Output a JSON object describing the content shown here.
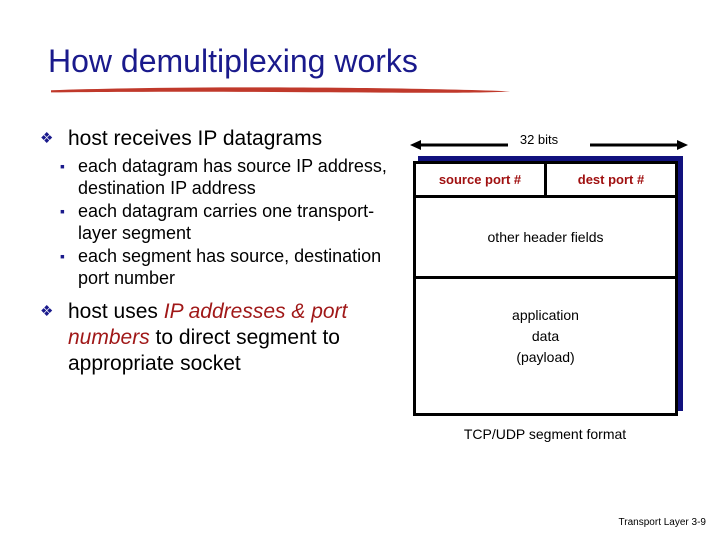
{
  "slide": {
    "title": "How demultiplexing works",
    "title_color": "#1a1a8c",
    "underline_color": "#c0392b",
    "accent_red": "#a01010",
    "shadow_navy": "#11117e"
  },
  "bullets": {
    "bullet_glyph": "❖",
    "sub_glyph": "▪",
    "items": [
      {
        "text": "host receives IP datagrams",
        "subitems": [
          "each datagram has source IP address, destination IP address",
          "each datagram carries one transport-layer segment",
          "each segment has source, destination port number"
        ]
      }
    ],
    "item2": {
      "prefix": "host uses ",
      "emphasis": "IP addresses & port numbers",
      "suffix": " to direct segment to appropriate socket"
    }
  },
  "diagram": {
    "width_label": "32 bits",
    "source_port": "source port #",
    "dest_port": "dest port #",
    "other_header": "other header fields",
    "payload_line1": "application",
    "payload_line2": "data",
    "payload_line3": "(payload)",
    "caption": "TCP/UDP segment format"
  },
  "footer": {
    "text": "Transport Layer 3-9"
  }
}
